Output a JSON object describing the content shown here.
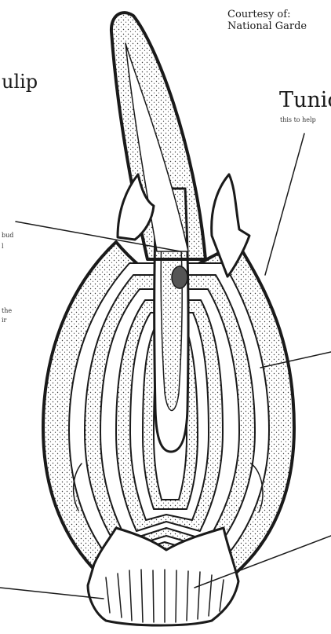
{
  "diagram": {
    "title_fragment": "ulip",
    "credit_line1": "Courtesy of:",
    "credit_line2": "National Garde",
    "tunic_label": "Tunic",
    "tunic_note": "this to help",
    "left_fragments": [
      "bud",
      "l",
      "the",
      "ir"
    ]
  },
  "colors": {
    "ink": "#1a1a1a",
    "background": "#ffffff"
  }
}
